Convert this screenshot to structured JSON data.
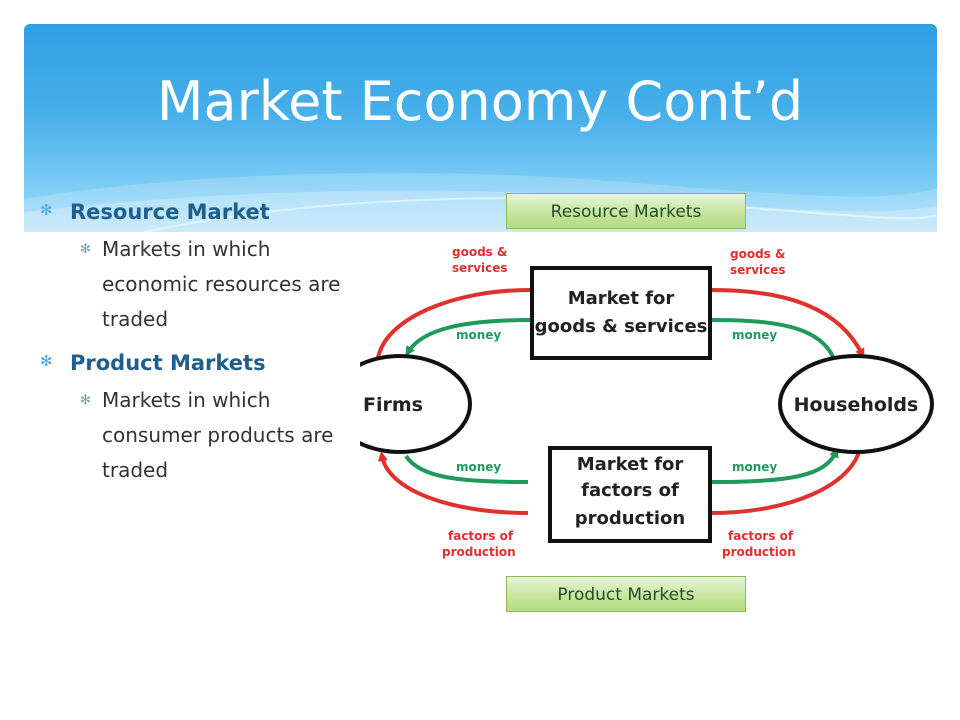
{
  "slide": {
    "title": "Market Economy Cont’d",
    "bullets": [
      {
        "heading": "Resource Market",
        "detail": "Markets in which economic resources are traded"
      },
      {
        "heading": "Product Markets",
        "detail": "Markets in which consumer products are traded"
      }
    ]
  },
  "buttons": {
    "top": "Resource Markets",
    "bottom": "Product  Markets"
  },
  "diagram": {
    "firms": "Firms",
    "households": "Households",
    "market_goods": [
      "Market for",
      "goods & services"
    ],
    "market_factors": [
      "Market for",
      "factors of",
      "production"
    ],
    "flow_goods": [
      "goods &",
      "services"
    ],
    "flow_factors": [
      "factors of",
      "production"
    ],
    "flow_money": "money"
  },
  "colors": {
    "red_flow": "#e0312e",
    "green_flow": "#1d9a5c",
    "title_text": "#ffffff"
  }
}
